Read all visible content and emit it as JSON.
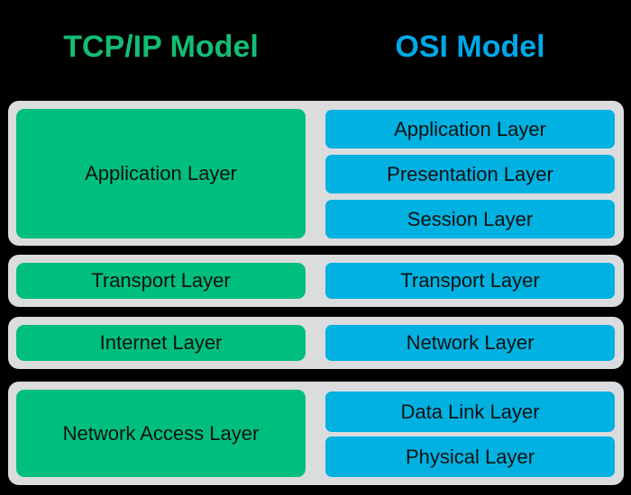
{
  "header": {
    "tcpip_title": "TCP/IP Model",
    "osi_title": "OSI Model"
  },
  "colors": {
    "background": "#000000",
    "group_container": "#DBDCDE",
    "tcpip_box": "#00BF7E",
    "osi_box": "#00B1E1",
    "tcpip_title": "#13BD75",
    "osi_title": "#00A8E8",
    "box_text": "#111111"
  },
  "groups": [
    {
      "tcpip": "Application Layer",
      "osi": [
        "Application Layer",
        "Presentation Layer",
        "Session Layer"
      ]
    },
    {
      "tcpip": "Transport Layer",
      "osi": [
        "Transport Layer"
      ]
    },
    {
      "tcpip": "Internet Layer",
      "osi": [
        "Network Layer"
      ]
    },
    {
      "tcpip": "Network Access Layer",
      "osi": [
        "Data Link Layer",
        "Physical Layer"
      ]
    }
  ]
}
